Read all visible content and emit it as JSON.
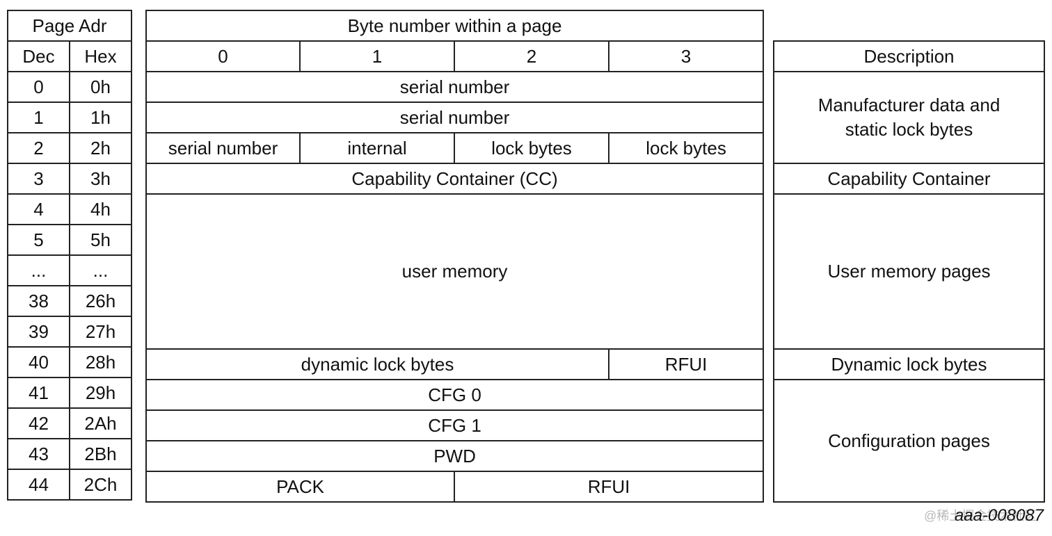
{
  "address": {
    "header": "Page Adr",
    "dec_label": "Dec",
    "hex_label": "Hex",
    "rows": [
      {
        "dec": "0",
        "hex": "0h"
      },
      {
        "dec": "1",
        "hex": "1h"
      },
      {
        "dec": "2",
        "hex": "2h"
      },
      {
        "dec": "3",
        "hex": "3h"
      },
      {
        "dec": "4",
        "hex": "4h"
      },
      {
        "dec": "5",
        "hex": "5h"
      },
      {
        "dec": "...",
        "hex": "..."
      },
      {
        "dec": "38",
        "hex": "26h"
      },
      {
        "dec": "39",
        "hex": "27h"
      },
      {
        "dec": "40",
        "hex": "28h"
      },
      {
        "dec": "41",
        "hex": "29h"
      },
      {
        "dec": "42",
        "hex": "2Ah"
      },
      {
        "dec": "43",
        "hex": "2Bh"
      },
      {
        "dec": "44",
        "hex": "2Ch"
      }
    ]
  },
  "bytes": {
    "header": "Byte number within a page",
    "columns": [
      "0",
      "1",
      "2",
      "3"
    ],
    "serial_number_1": "serial number",
    "serial_number_2": "serial number",
    "page2_cells": [
      "serial number",
      "internal",
      "lock bytes",
      "lock bytes"
    ],
    "cc": "Capability Container (CC)",
    "user_memory": "user memory",
    "dynamic_lock": "dynamic lock bytes",
    "rfui_1": "RFUI",
    "cfg0": "CFG 0",
    "cfg1": "CFG 1",
    "pwd": "PWD",
    "pack": "PACK",
    "rfui_2": "RFUI"
  },
  "description": {
    "header": "Description",
    "manufacturer": "Manufacturer data and static lock bytes",
    "capability": "Capability Container",
    "user_pages": "User memory pages",
    "dynamic": "Dynamic lock bytes",
    "config": "Configuration pages"
  },
  "figure_id": "aaa-008087",
  "watermark": "@稀土掘金技术社区"
}
